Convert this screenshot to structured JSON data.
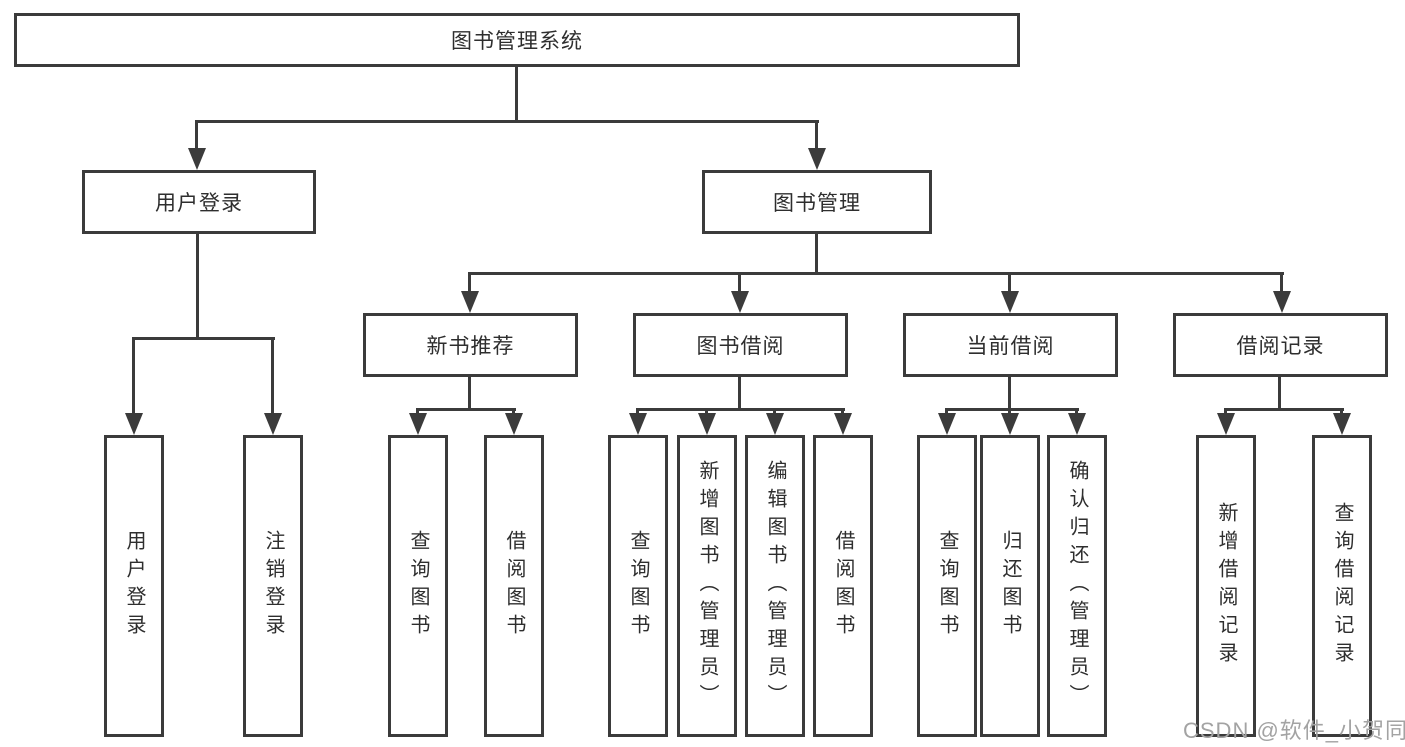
{
  "tree": {
    "label": "图书管理系统",
    "children": [
      {
        "label": "用户登录",
        "children": [
          {
            "label": "用户登录"
          },
          {
            "label": "注销登录"
          }
        ]
      },
      {
        "label": "图书管理",
        "children": [
          {
            "label": "新书推荐",
            "children": [
              {
                "label": "查询图书"
              },
              {
                "label": "借阅图书"
              }
            ]
          },
          {
            "label": "图书借阅",
            "children": [
              {
                "label": "查询图书"
              },
              {
                "label": "新增图书（管理员）"
              },
              {
                "label": "编辑图书（管理员）"
              },
              {
                "label": "借阅图书"
              }
            ]
          },
          {
            "label": "当前借阅",
            "children": [
              {
                "label": "查询图书"
              },
              {
                "label": "归还图书"
              },
              {
                "label": "确认归还（管理员）"
              }
            ]
          },
          {
            "label": "借阅记录",
            "children": [
              {
                "label": "新增借阅记录"
              },
              {
                "label": "查询借阅记录"
              }
            ]
          }
        ]
      }
    ]
  },
  "watermark": {
    "text": "CSDN @软件_小贺同学"
  },
  "colors": {
    "line": "#3b3b3b",
    "text": "#2e2e2e",
    "watermark": "#a3a3a3",
    "background": "#ffffff"
  }
}
